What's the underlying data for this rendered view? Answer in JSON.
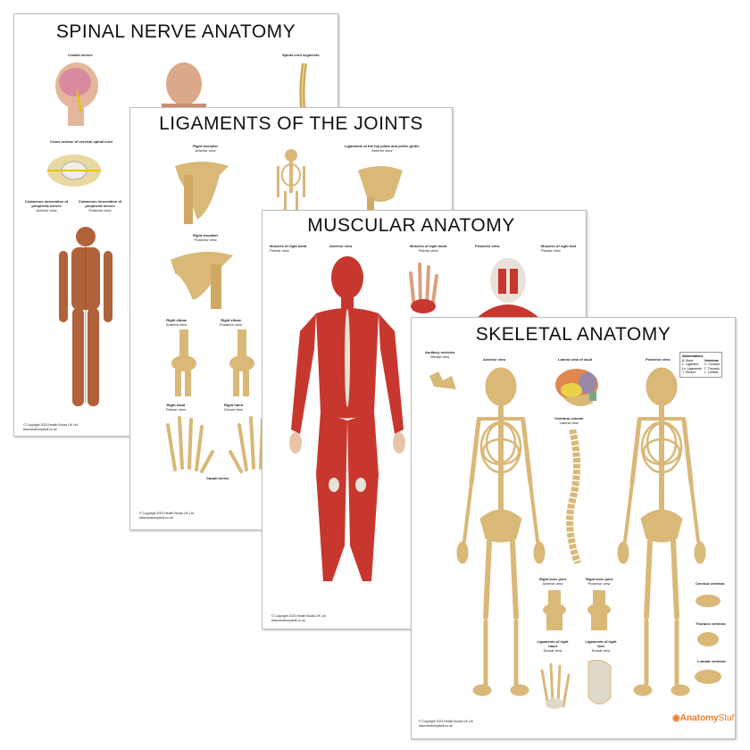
{
  "posters": [
    {
      "title": "SPINAL NERVE ANATOMY",
      "sections": [
        "Cranial nerves",
        "Spinal cord segments",
        "Cross section of cervical spinal cord",
        "Cutaneous innervation of peripheral nerves",
        "Cutaneous innervation of peripheral nerves"
      ],
      "views": [
        "Anterior view",
        "Posterior view"
      ],
      "copyright": "© Copyright 2023 Health Books UK Ltd",
      "website": "www.anatomystuff.co.uk"
    },
    {
      "title": "LIGAMENTS OF THE JOINTS",
      "sections": [
        "Right shoulder",
        "Ligaments of the hip joints and pelvic girdle",
        "Right shoulder",
        "Right elbow",
        "Right elbow",
        "Right hand",
        "Right hand",
        "Carpal bones"
      ],
      "views": [
        "Anterior view",
        "Anterior view",
        "Posterior view",
        "Anterior view",
        "Posterior view",
        "Palmar view",
        "Dorsal view"
      ],
      "copyright": "© Copyright 2023 Health Books UK Ltd",
      "website": "www.anatomystuff.co.uk"
    },
    {
      "title": "MUSCULAR ANATOMY",
      "sections": [
        "Muscles of right hand",
        "Anterior view",
        "Muscles of right hand",
        "Posterior view",
        "Muscles of right foot"
      ],
      "views": [
        "Palmar view",
        "Palmar view",
        "Plantar view"
      ],
      "copyright": "© Copyright 2023 Health Books UK Ltd",
      "website": "www.anatomystuff.co.uk"
    },
    {
      "title": "SKELETAL ANATOMY",
      "sections": [
        "Auditory ossicles",
        "Anterior view",
        "Lateral view of skull",
        "Posterior view",
        "Vertebral column",
        "Right knee joint",
        "Right knee joint",
        "Ligaments of right hand",
        "Ligaments of right foot",
        "Cervical vertebra",
        "Thoracic vertebra",
        "Lumbar vertebra"
      ],
      "views": [
        "Medial view",
        "Lateral view",
        "Anterior view",
        "Posterior view",
        "Dorsal view",
        "Dorsal view"
      ],
      "abbreviations": {
        "title": "Abbreviations",
        "items": [
          "B. Bone",
          "L. Ligament",
          "Ls. Ligaments",
          "T. Tendon"
        ],
        "vertebrae_title": "Vertebrae",
        "vertebrae": [
          "C. Cervical",
          "T. Thoracic",
          "L. Lumbar"
        ]
      },
      "copyright": "© Copyright 2023 Health Books UK Ltd",
      "website": "www.anatomystuff.co.uk",
      "logo": {
        "part1": "Anatomy",
        "part2": "Stuff"
      }
    }
  ],
  "colors": {
    "bone": "#d9b878",
    "muscle": "#c8372d",
    "skin": "#b0623a",
    "logo": "#f07a22"
  }
}
